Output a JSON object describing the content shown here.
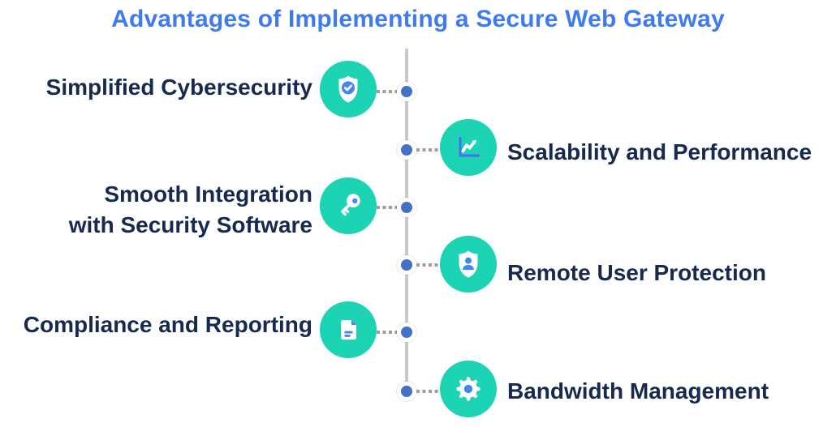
{
  "title": "Advantages of Implementing a Secure Web Gateway",
  "colors": {
    "title_blue": "#3E7BF2",
    "label_navy": "#16294F",
    "icon_teal": "#1CD3B4",
    "icon_accent_blue": "#4285F4",
    "node_blue": "#4470C5",
    "timeline_line_gray": "#C9C9C9",
    "connector_dot_gray": "#9E9E9E"
  },
  "timeline": {
    "items": [
      {
        "label": "Simplified Cybersecurity",
        "side": "left",
        "icon": "shield-check-icon"
      },
      {
        "label": "Scalability and Performance",
        "side": "right",
        "icon": "line-chart-icon"
      },
      {
        "lines": [
          "Smooth Integration",
          "with Security Software"
        ],
        "side": "left",
        "icon": "key-icon"
      },
      {
        "label": "Remote User Protection",
        "side": "right",
        "icon": "shield-user-icon"
      },
      {
        "label": "Compliance and Reporting",
        "side": "left",
        "icon": "document-icon"
      },
      {
        "label": "Bandwidth Management",
        "side": "right",
        "icon": "gear-icon"
      }
    ]
  }
}
